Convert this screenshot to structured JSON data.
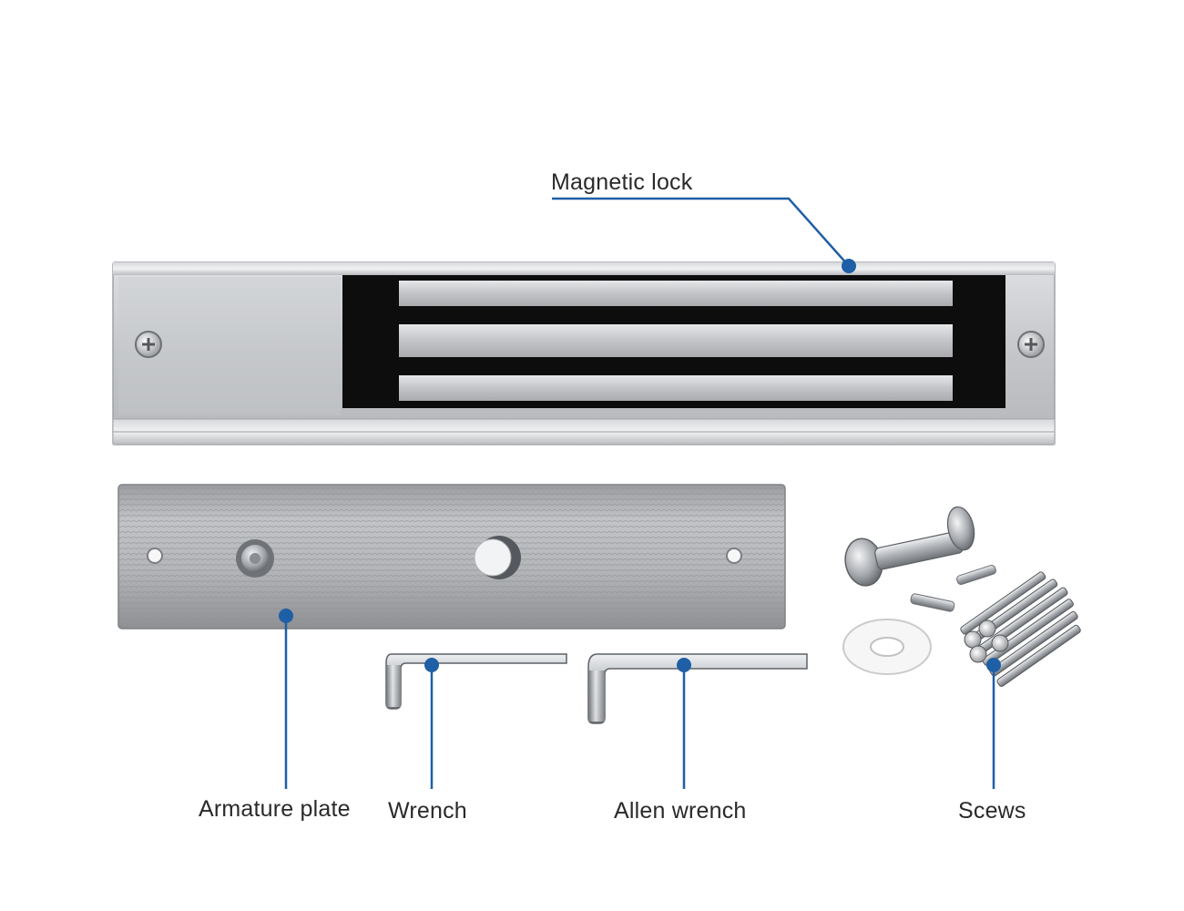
{
  "labels": {
    "magnetic_lock": "Magnetic lock",
    "armature_plate": "Armature plate",
    "wrench": "Wrench",
    "allen_wrench": "Allen wrench",
    "screws": "Scews"
  },
  "colors": {
    "callout_line": "#1f5fa6",
    "callout_dot": "#1f5fa6",
    "magnet_face": "#0d0d0d",
    "metal": "#c9cbce"
  }
}
